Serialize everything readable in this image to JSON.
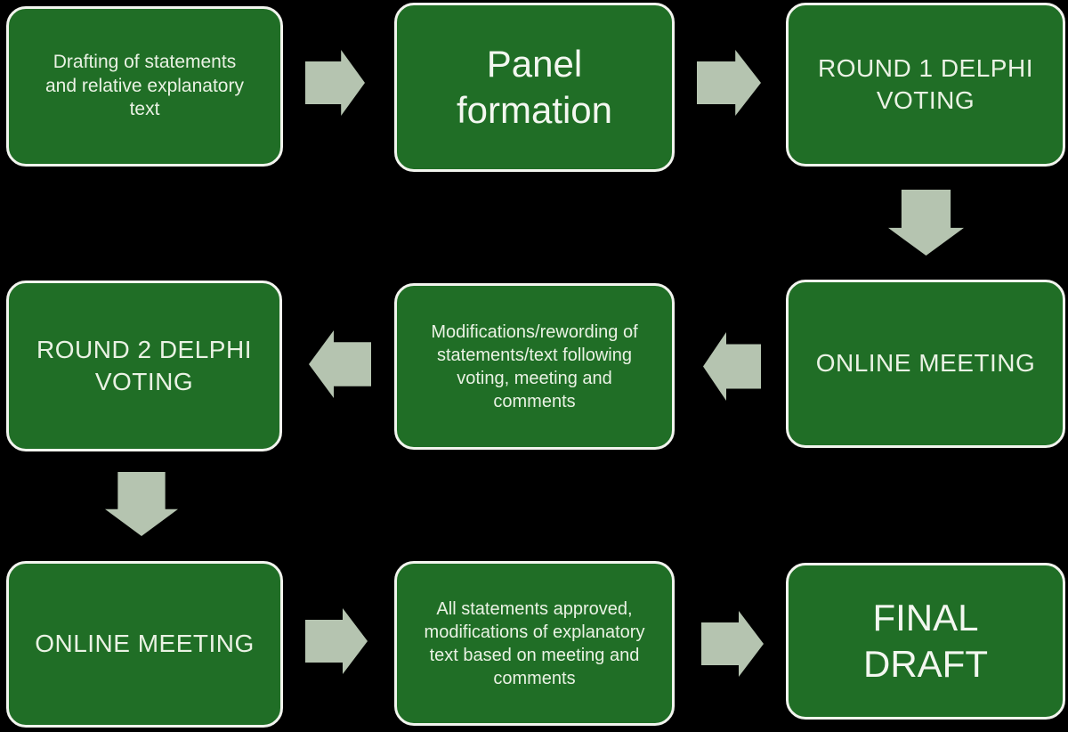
{
  "diagram": {
    "type": "flowchart",
    "colors": {
      "background": "#000000",
      "node_fill": "#206e26",
      "node_border": "#f2f4ee",
      "node_text": "#eaf2e4",
      "arrow": "#b5c4b0"
    },
    "nodes": {
      "draft": {
        "label": "Drafting of statements\nand relative explanatory\ntext"
      },
      "panel": {
        "label": "Panel\nformation"
      },
      "round1": {
        "label": "ROUND 1 DELPHI\nVOTING"
      },
      "round2": {
        "label": "ROUND 2 DELPHI\nVOTING"
      },
      "mods": {
        "label": "Modifications/rewording of\nstatements/text following\nvoting, meeting and\ncomments"
      },
      "online1": {
        "label": "ONLINE MEETING"
      },
      "online2": {
        "label": "ONLINE MEETING"
      },
      "approved": {
        "label": "All statements approved,\nmodifications of explanatory\ntext based on meeting and\ncomments"
      },
      "final": {
        "label": "FINAL\nDRAFT"
      }
    },
    "arrows": [
      {
        "from": "draft",
        "to": "panel",
        "direction": "right"
      },
      {
        "from": "panel",
        "to": "round1",
        "direction": "right"
      },
      {
        "from": "round1",
        "to": "online1",
        "direction": "down"
      },
      {
        "from": "mods",
        "to": "round2",
        "direction": "left"
      },
      {
        "from": "online1",
        "to": "mods",
        "direction": "left"
      },
      {
        "from": "round2",
        "to": "online2",
        "direction": "down"
      },
      {
        "from": "online2",
        "to": "approved",
        "direction": "right"
      },
      {
        "from": "approved",
        "to": "final",
        "direction": "right"
      }
    ]
  }
}
